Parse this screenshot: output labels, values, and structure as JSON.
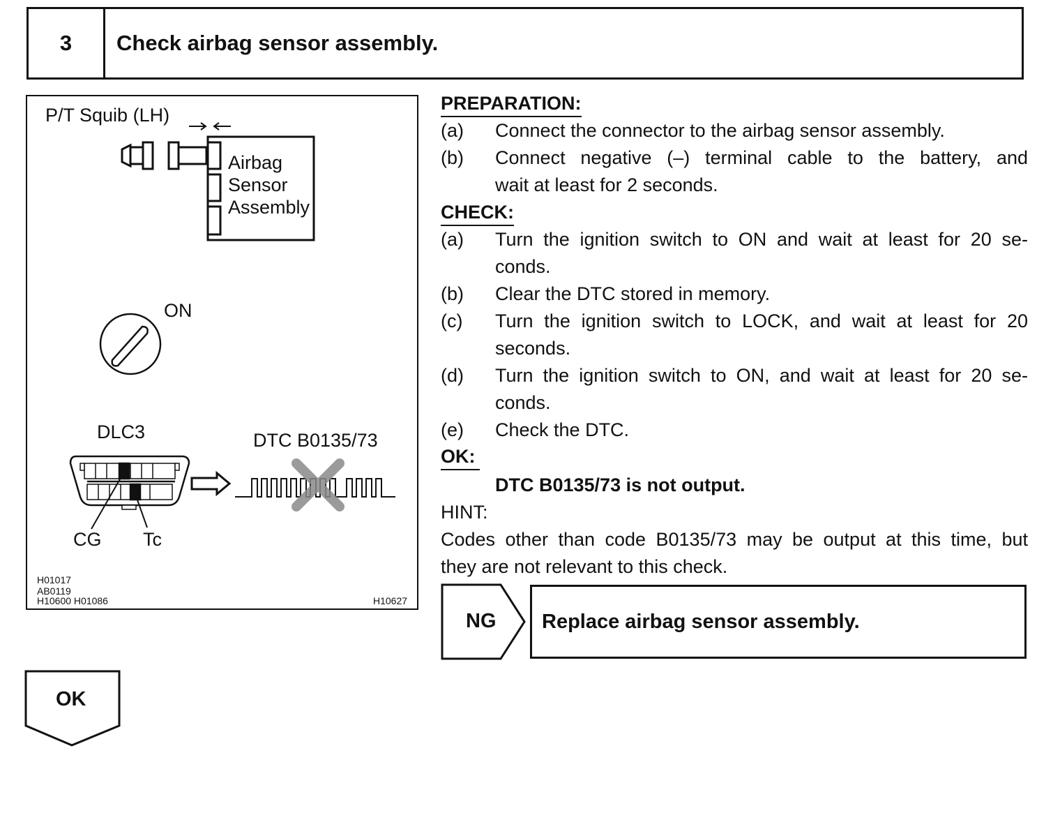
{
  "step": {
    "number": "3",
    "title": "Check airbag sensor assembly."
  },
  "figure": {
    "squib_label": "P/T Squib (LH)",
    "sensor_label": [
      "Airbag",
      "Sensor",
      "Assembly"
    ],
    "ignition_label": "ON",
    "dlc_label": "DLC3",
    "dtc_label": "DTC B0135/73",
    "cg_label": "CG",
    "tc_label": "Tc",
    "codes_left": [
      "H01017",
      "AB0119",
      "H10600 H01086"
    ],
    "code_right": "H10627"
  },
  "preparation": {
    "heading": "PREPARATION:",
    "steps": [
      {
        "idx": "(a)",
        "lines": [
          "Connect the connector to the airbag sensor assembly."
        ]
      },
      {
        "idx": "(b)",
        "lines": [
          "Connect negative (–) terminal cable to the battery, and",
          "wait at least for 2 seconds."
        ]
      }
    ]
  },
  "check": {
    "heading": "CHECK:",
    "steps": [
      {
        "idx": "(a)",
        "lines": [
          "Turn the ignition switch to ON and wait at least for 20 se-",
          "conds."
        ]
      },
      {
        "idx": "(b)",
        "lines": [
          "Clear the DTC stored in memory."
        ]
      },
      {
        "idx": "(c)",
        "lines": [
          "Turn the ignition switch to LOCK, and wait at least for 20",
          "seconds."
        ]
      },
      {
        "idx": "(d)",
        "lines": [
          "Turn the ignition switch to ON, and wait at least for 20 se-",
          "conds."
        ]
      },
      {
        "idx": "(e)",
        "lines": [
          "Check the DTC."
        ]
      }
    ]
  },
  "ok": {
    "heading": "OK:",
    "result": "DTC B0135/73 is not output."
  },
  "hint": {
    "heading": "HINT:",
    "lines": [
      "Codes other than code B0135/73 may be output at this time, but",
      "they are not relevant to this check."
    ]
  },
  "ng": {
    "label": "NG",
    "action": "Replace airbag sensor assembly."
  },
  "ok_branch": {
    "label": "OK"
  }
}
